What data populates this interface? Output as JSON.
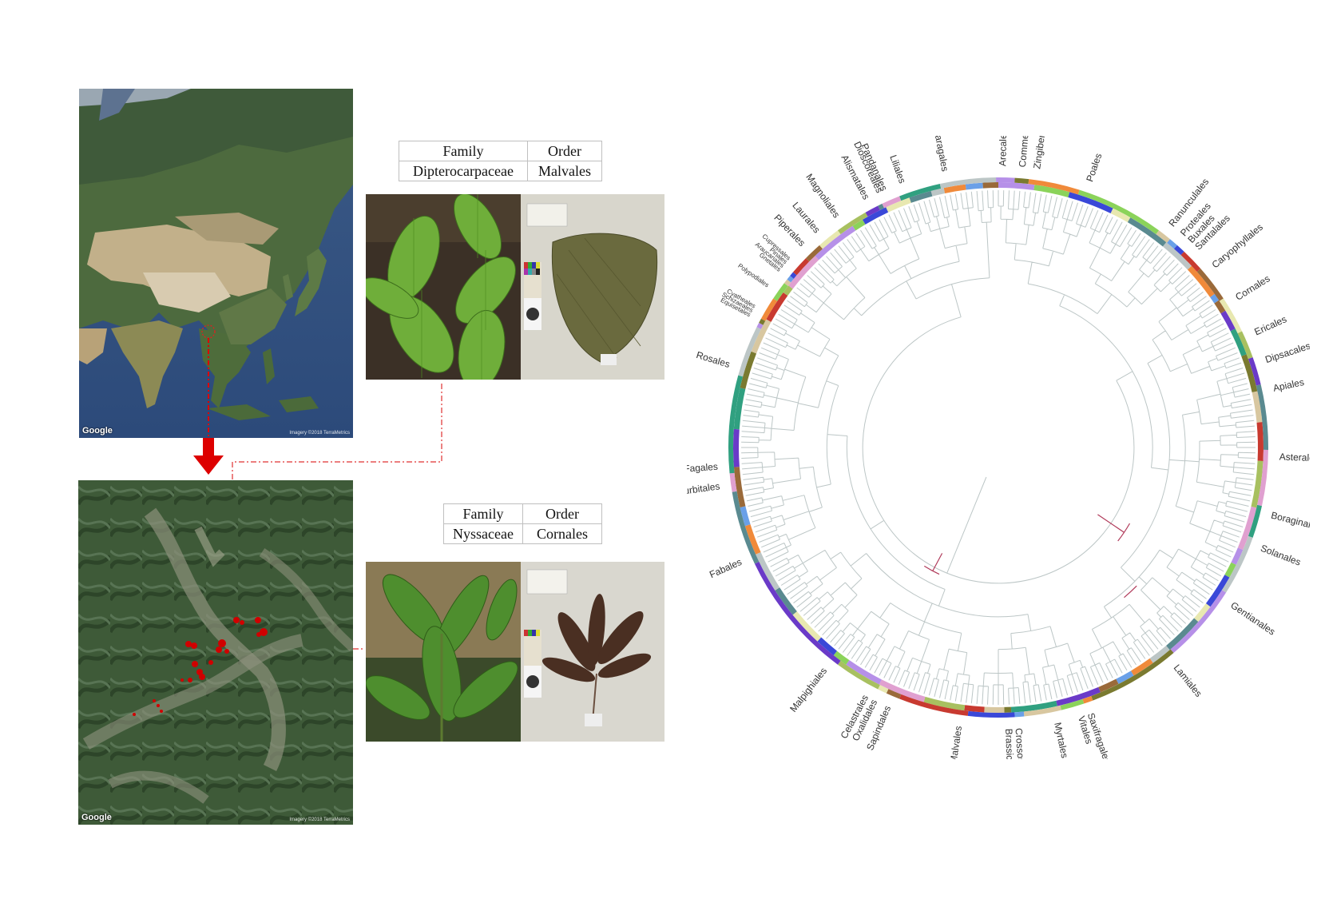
{
  "map_top": {
    "attribution": "Google",
    "imagery": "Imagery ©2018 TerraMetrics"
  },
  "map_bottom": {
    "attribution": "Google",
    "imagery": "Imagery ©2018 TerraMetrics"
  },
  "table1": {
    "header_family": "Family",
    "header_order": "Order",
    "family": "Dipterocarpaceae",
    "order": "Malvales"
  },
  "table2": {
    "header_family": "Family",
    "header_order": "Order",
    "family": "Nyssaceae",
    "order": "Cornales"
  },
  "colors": {
    "arrow": "#dd0000",
    "connector": "#e03030",
    "branch": "#bcc6c6",
    "highlight_branch": "#b03a5a"
  },
  "tree": {
    "orders": [
      {
        "name": "Poales",
        "angle": 19
      },
      {
        "name": "Ranunculales",
        "angle": 38
      },
      {
        "name": "Proteales",
        "angle": 41
      },
      {
        "name": "Buxales",
        "angle": 43
      },
      {
        "name": "Santalales",
        "angle": 45
      },
      {
        "name": "Caryophyllales",
        "angle": 50
      },
      {
        "name": "Cornales",
        "angle": 58
      },
      {
        "name": "Ericales",
        "angle": 66
      },
      {
        "name": "Dipsacales",
        "angle": 72
      },
      {
        "name": "Apiales",
        "angle": 78
      },
      {
        "name": "Asterales",
        "angle": 92
      },
      {
        "name": "Boraginales",
        "angle": 104
      },
      {
        "name": "Solanales",
        "angle": 111
      },
      {
        "name": "Gentianales",
        "angle": 124
      },
      {
        "name": "Lamiales",
        "angle": 141
      },
      {
        "name": "Saxifragales",
        "angle": 161
      },
      {
        "name": "Vitales",
        "angle": 163
      },
      {
        "name": "Myrtales",
        "angle": 168
      },
      {
        "name": "Crossosomatales",
        "angle": 176
      },
      {
        "name": "Brassicales",
        "angle": 178
      },
      {
        "name": "Malvales",
        "angle": 188
      },
      {
        "name": "Sapindales",
        "angle": 203
      },
      {
        "name": "Oxalidales",
        "angle": 206
      },
      {
        "name": "Celastrales",
        "angle": 208
      },
      {
        "name": "Malpighiales",
        "angle": 218
      },
      {
        "name": "Fabales",
        "angle": 246
      },
      {
        "name": "Cucurbitales",
        "angle": 262
      },
      {
        "name": "Fagales",
        "angle": 266
      },
      {
        "name": "Rosales",
        "angle": 287
      },
      {
        "name": "Equisetales",
        "angle": 298
      },
      {
        "name": "Schizaeales",
        "angle": 299
      },
      {
        "name": "Cyatheales",
        "angle": 300
      },
      {
        "name": "Polypodiales",
        "angle": 305
      },
      {
        "name": "Gnetales",
        "angle": 309
      },
      {
        "name": "Araucariales",
        "angle": 310
      },
      {
        "name": "Pinales",
        "angle": 311
      },
      {
        "name": "Cupressales",
        "angle": 312
      },
      {
        "name": "Piperales",
        "angle": 316
      },
      {
        "name": "Laurales",
        "angle": 320
      },
      {
        "name": "Magnoliales",
        "angle": 325
      },
      {
        "name": "Alismatales",
        "angle": 332
      },
      {
        "name": "Dioscoreales",
        "angle": 335
      },
      {
        "name": "Pandanales",
        "angle": 336
      },
      {
        "name": "Liliales",
        "angle": 340
      },
      {
        "name": "Asparagales",
        "angle": 349
      },
      {
        "name": "Arecales",
        "angle": 1
      },
      {
        "name": "Commelinales",
        "angle": 5
      },
      {
        "name": "Zingiberales",
        "angle": 8
      }
    ]
  }
}
